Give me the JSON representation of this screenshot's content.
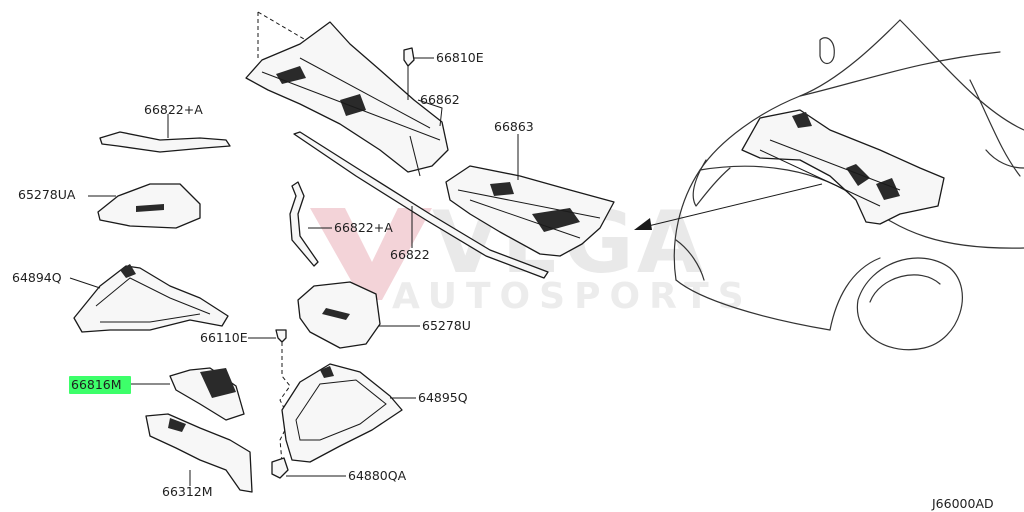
{
  "watermark": {
    "brand": "VEGA",
    "sub": "AUTOSPORTS",
    "colors": {
      "mark": "#f3d3d8",
      "text": "#e9e9e9"
    }
  },
  "diagram_code": "J66000AD",
  "highlight_color": "#3dff6a",
  "parts": [
    {
      "id": "p66810E",
      "number": "66810E"
    },
    {
      "id": "p66862",
      "number": "66862"
    },
    {
      "id": "p66822A_top",
      "number": "66822+A"
    },
    {
      "id": "p66863",
      "number": "66863"
    },
    {
      "id": "p65278UA",
      "number": "65278UA"
    },
    {
      "id": "p66822A_mid",
      "number": "66822+A"
    },
    {
      "id": "p66822",
      "number": "66822"
    },
    {
      "id": "p64894Q",
      "number": "64894Q"
    },
    {
      "id": "p65278U",
      "number": "65278U"
    },
    {
      "id": "p66110E",
      "number": "66110E"
    },
    {
      "id": "p66816M",
      "number": "66816M",
      "highlighted": true
    },
    {
      "id": "p64895Q",
      "number": "64895Q"
    },
    {
      "id": "p66312M",
      "number": "66312M"
    },
    {
      "id": "p64880QA",
      "number": "64880QA"
    }
  ]
}
